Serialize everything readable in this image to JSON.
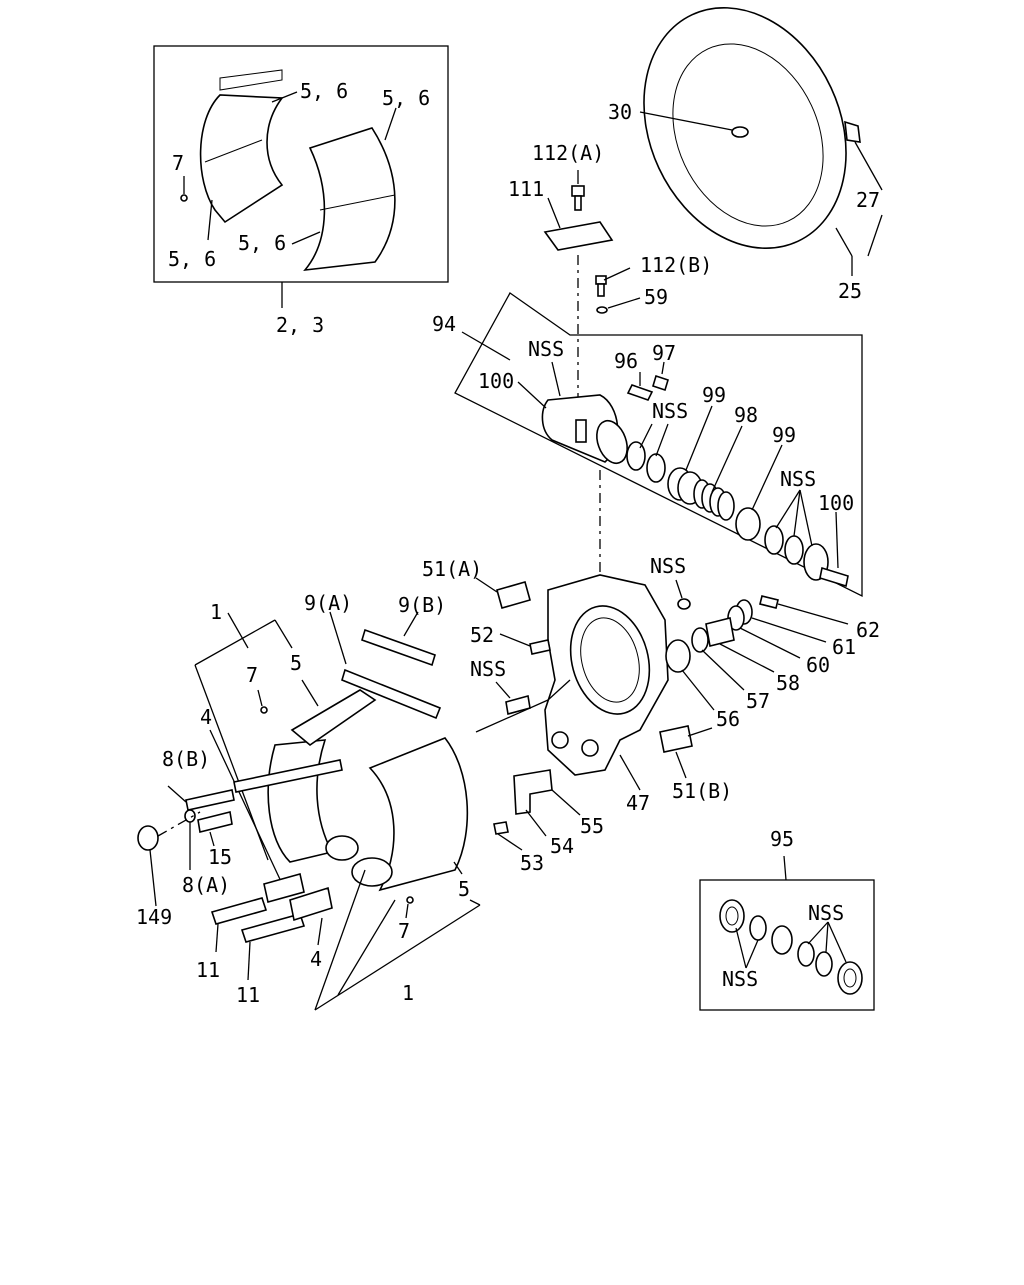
{
  "labels": {
    "l_2_3": "2, 3",
    "l_56_a": "5, 6",
    "l_56_b": "5, 6",
    "l_56_c": "5, 6",
    "l_56_d": "5, 6",
    "l_7_top": "7",
    "l_30": "30",
    "l_27": "27",
    "l_25": "25",
    "l_112a": "112(A)",
    "l_111": "111",
    "l_112b": "112(B)",
    "l_59": "59",
    "l_94": "94",
    "l_nss_1": "NSS",
    "l_100_a": "100",
    "l_96": "96",
    "l_97": "97",
    "l_nss_2": "NSS",
    "l_99_a": "99",
    "l_98": "98",
    "l_99_b": "99",
    "l_nss_3": "NSS",
    "l_100_b": "100",
    "l_51a": "51(A)",
    "l_nss_4": "NSS",
    "l_62": "62",
    "l_61": "61",
    "l_60": "60",
    "l_58": "58",
    "l_57": "57",
    "l_56": "56",
    "l_52": "52",
    "l_nss_5": "NSS",
    "l_1_top": "1",
    "l_9a": "9(A)",
    "l_9b": "9(B)",
    "l_7_mid": "7",
    "l_5_mid": "5",
    "l_4_mid": "4",
    "l_8b": "8(B)",
    "l_15": "15",
    "l_8a": "8(A)",
    "l_149": "149",
    "l_11_a": "11",
    "l_11_b": "11",
    "l_4_bot": "4",
    "l_7_bot": "7",
    "l_5_bot": "5",
    "l_1_bot": "1",
    "l_53": "53",
    "l_54": "54",
    "l_55": "55",
    "l_47": "47",
    "l_51b": "51(B)",
    "l_95": "95",
    "l_nss_6": "NSS",
    "l_nss_7": "NSS"
  }
}
